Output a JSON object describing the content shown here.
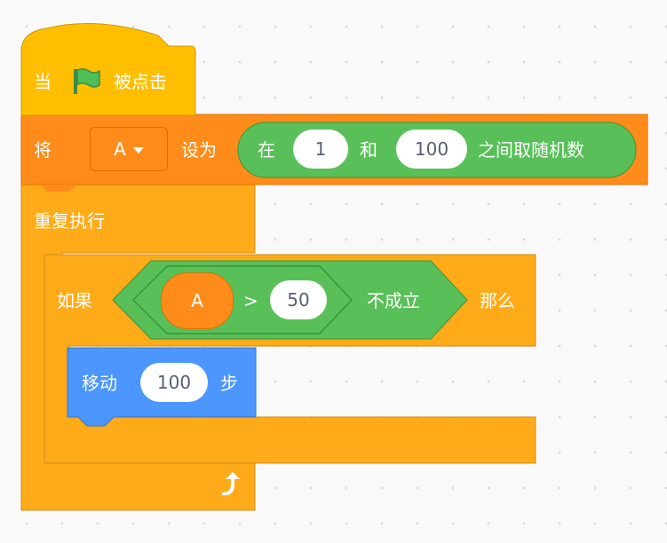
{
  "colors": {
    "events": "#ffbf00",
    "variables": "#ff8c1a",
    "control": "#ffab19",
    "operators": "#59c059",
    "motion": "#4c97ff",
    "flag": "#4cbf56"
  },
  "script": {
    "hat": {
      "label_when": "当",
      "flag_icon": "green-flag-icon",
      "label_clicked": "被点击"
    },
    "set_var": {
      "label_set": "将",
      "variable": "A",
      "label_to": "设为",
      "random": {
        "label_pick": "在",
        "from": "1",
        "label_and": "和",
        "to": "100",
        "label_suffix": "之间取随机数"
      }
    },
    "forever": {
      "label": "重复执行",
      "loop_icon": "loop-arrow-icon"
    },
    "if_block": {
      "label_if": "如果",
      "condition": {
        "left": "A",
        "op": ">",
        "right": "50",
        "label_not": "不成立"
      },
      "label_then": "那么"
    },
    "move": {
      "label_move": "移动",
      "steps": "100",
      "label_steps": "步"
    }
  }
}
